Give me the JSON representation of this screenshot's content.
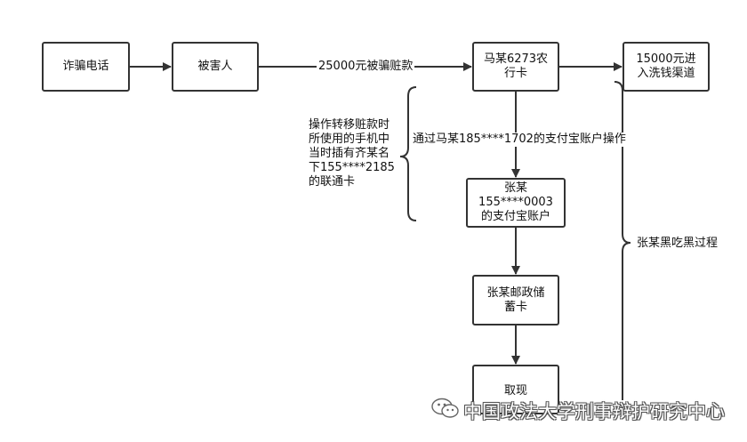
{
  "nodes": {
    "fraud_call": "诈骗电话",
    "victim": "被害人",
    "ma_bank_card": "马某6273农\n行卡",
    "laundering": "15000元进\n入洗钱渠道",
    "zhang_alipay": "张某\n155****0003\n的支付宝账户",
    "zhang_postal_card": "张某邮政储\n蓄卡",
    "withdraw": "取现"
  },
  "edge_labels": {
    "victim_to_card": "25000元被骗赃款",
    "card_to_alipay": "通过马某185****1702的支付宝账户操作"
  },
  "notes": {
    "phone_note": "操作转移赃款时\n所使用的手机中\n当时插有齐某名\n下155****2185\n的联通卡",
    "black_eat_black": "张某黑吃黑过程"
  },
  "watermark": "中国政法大学刑事辩护研究中心",
  "colors": {
    "stroke": "#333333",
    "text": "#111111"
  }
}
